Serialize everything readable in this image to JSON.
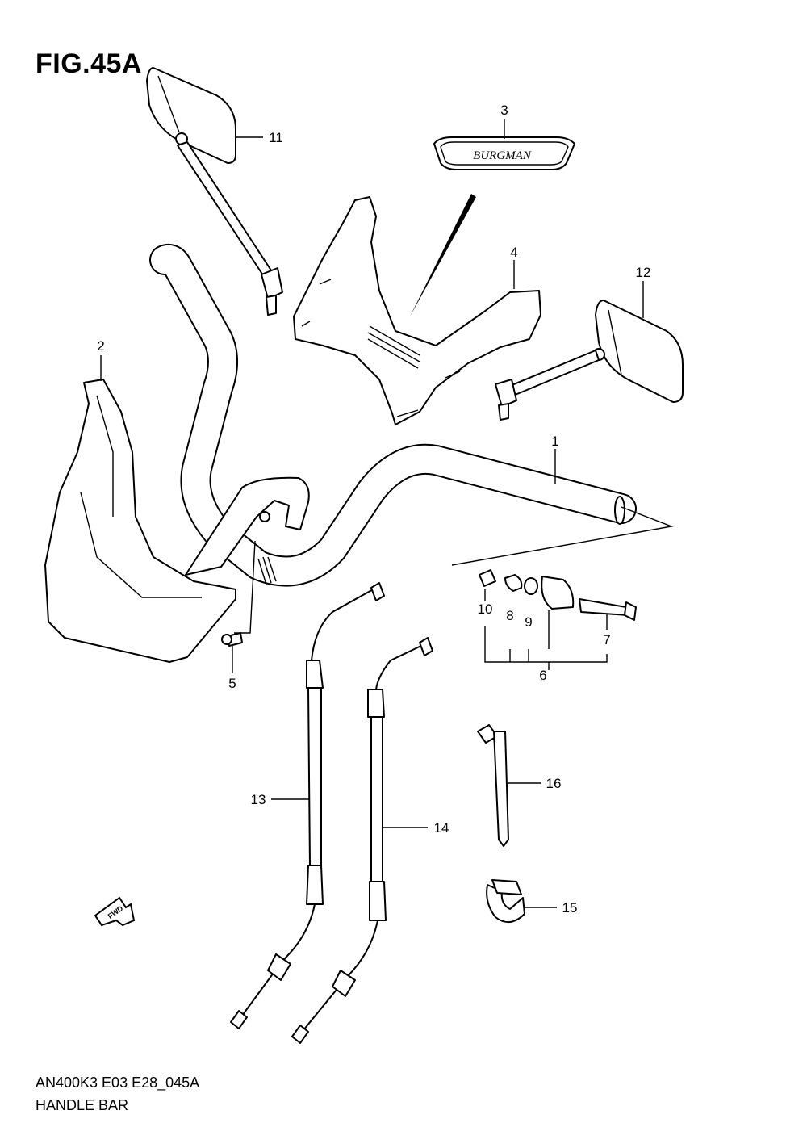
{
  "figure": {
    "title": "FIG.45A",
    "code": "AN400K3 E03 E28_045A",
    "name": "HANDLE BAR",
    "emblem_text": "BURGMAN",
    "fwd_text": "FWD"
  },
  "callouts": [
    {
      "id": "c1",
      "label": "1"
    },
    {
      "id": "c2",
      "label": "2"
    },
    {
      "id": "c3",
      "label": "3"
    },
    {
      "id": "c4",
      "label": "4"
    },
    {
      "id": "c5",
      "label": "5"
    },
    {
      "id": "c6",
      "label": "6"
    },
    {
      "id": "c7",
      "label": "7"
    },
    {
      "id": "c8",
      "label": "8"
    },
    {
      "id": "c9",
      "label": "9"
    },
    {
      "id": "c10",
      "label": "10"
    },
    {
      "id": "c11",
      "label": "11"
    },
    {
      "id": "c12",
      "label": "12"
    },
    {
      "id": "c13",
      "label": "13"
    },
    {
      "id": "c14",
      "label": "14"
    },
    {
      "id": "c15",
      "label": "15"
    },
    {
      "id": "c16",
      "label": "16"
    }
  ]
}
